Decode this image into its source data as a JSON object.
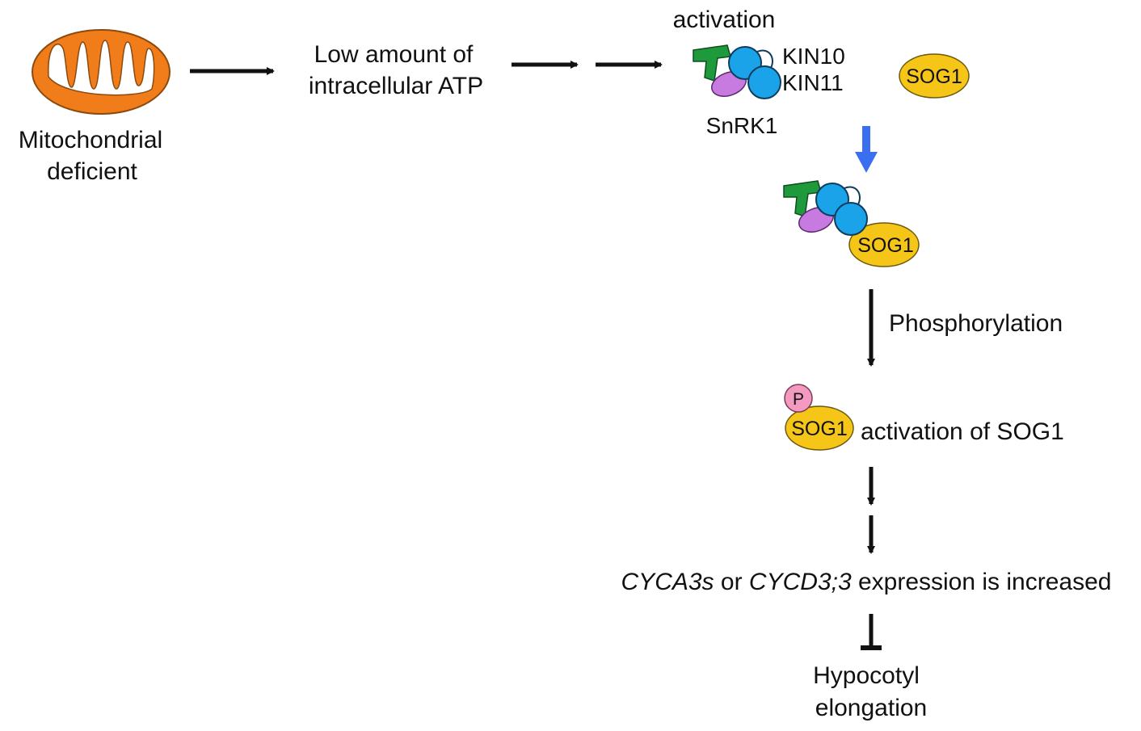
{
  "labels": {
    "mito_line1": "Mitochondrial",
    "mito_line2": "deficient",
    "atp_line1": "Low amount of",
    "atp_line2": "intracellular ATP",
    "activation_top": "activation",
    "kin10": "KIN10",
    "kin11": "KIN11",
    "snrk1": "SnRK1",
    "sog1_free": "SOG1",
    "sog1_complex": "SOG1",
    "phosphorylation": "Phosphorylation",
    "p_badge": "P",
    "sog1_phos": "SOG1",
    "activation_sog1": "activation of SOG1",
    "cyc_a": "CYCA3s",
    "cyc_or": " or ",
    "cyc_d": "CYCD3;3",
    "cyc_rest": " expression is increased",
    "hypo_line1": "Hypocotyl",
    "hypo_line2": "elongation"
  },
  "colors": {
    "mitochondrion": "#F07D1A",
    "kinase_subunit": "#1AA3E8",
    "beta_subunit": "#1E9A3C",
    "gamma_subunit": "#C77BE0",
    "sog1": "#F5C518",
    "phosphate": "#F29AC0",
    "blue_arrow": "#3A6FF2",
    "arrow": "#111111"
  }
}
